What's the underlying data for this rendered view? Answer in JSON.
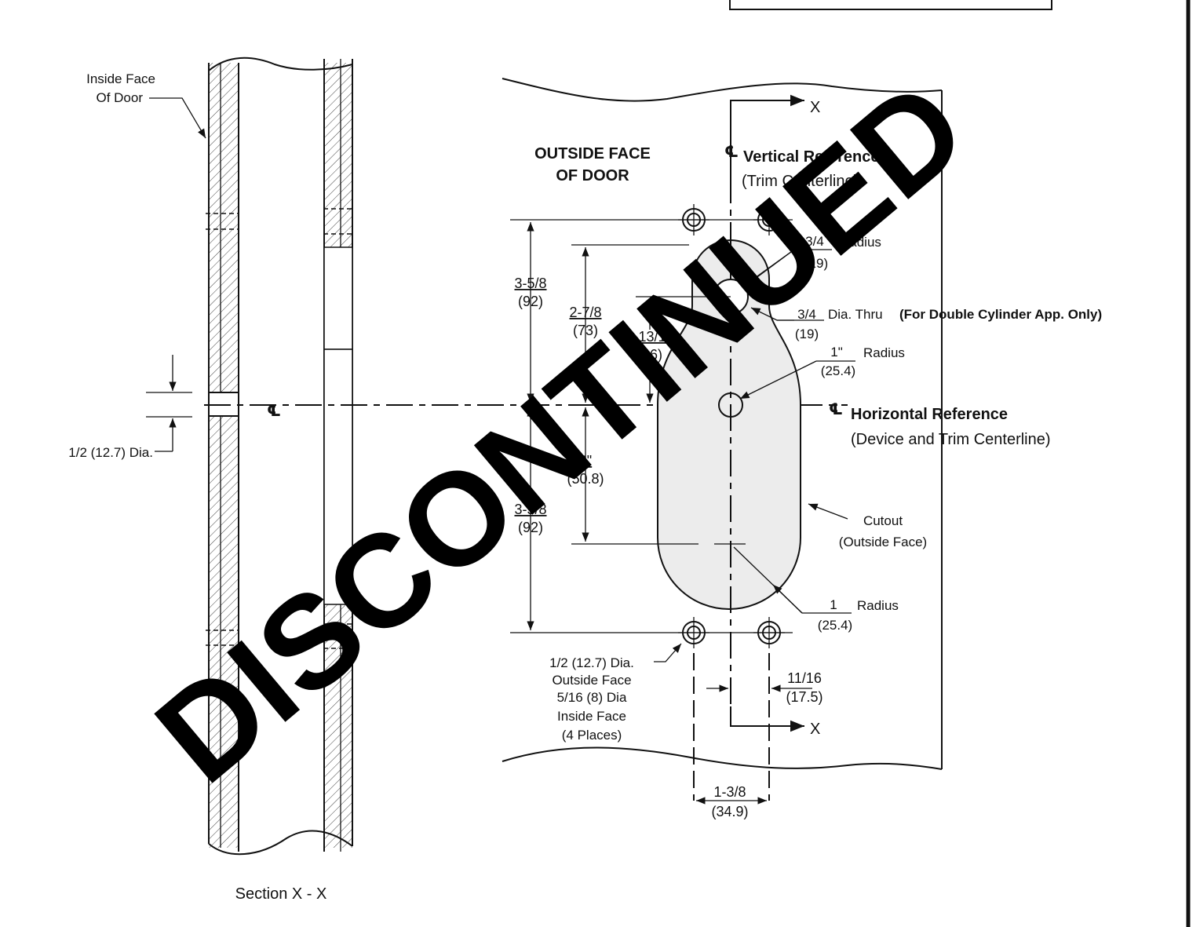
{
  "section_view": {
    "title": "Section X - X",
    "inside_face_label": [
      "Inside Face",
      "Of Door"
    ],
    "hole_dia_label": "1/2 (12.7) Dia.",
    "centerline_symbol": "℄"
  },
  "door_view": {
    "outside_face_label": [
      "OUTSIDE FACE",
      "OF DOOR"
    ],
    "vertical_ref": {
      "symbol": "℄",
      "title": "Vertical Reference",
      "subtitle": "(Trim Centerline)"
    },
    "horizontal_ref": {
      "symbol": "℄",
      "title": "Horizontal Reference",
      "subtitle": "(Device and Trim Centerline)"
    },
    "section_marker": "X",
    "dims": {
      "top_3_5_8": {
        "in": "3-5/8",
        "mm": "(92)"
      },
      "bottom_3_5_8": {
        "in": "3-5/8",
        "mm": "(92)"
      },
      "d_2_7_8": {
        "in": "2-7/8",
        "mm": "(73)"
      },
      "d_1_13_16": {
        "in": "1-13/16",
        "mm": "(46)"
      },
      "d_2": {
        "in": "2\"",
        "mm": "(50.8)"
      },
      "d_11_16": {
        "in": "11/16",
        "mm": "(17.5)"
      },
      "d_1_3_8": {
        "in": "1-3/8",
        "mm": "(34.9)"
      }
    },
    "callouts": {
      "radius_top": {
        "in": "3/4",
        "mm": "(19)",
        "word": "Radius"
      },
      "cyl_hole": {
        "in": "3/4",
        "mm": "(19)",
        "text": "Dia. Thru",
        "note": "(For Double Cylinder App. Only)"
      },
      "radius_mid": {
        "in": "1\"",
        "mm": "(25.4)",
        "word": "Radius"
      },
      "radius_bottom": {
        "in": "1",
        "mm": "(25.4)",
        "word": "Radius"
      },
      "cutout": [
        "Cutout",
        "(Outside Face)"
      ],
      "mount_holes": [
        "1/2 (12.7) Dia.",
        "Outside Face",
        "5/16 (8) Dia",
        "Inside Face",
        "(4 Places)"
      ]
    }
  },
  "watermark": "DISCONTINUED",
  "colors": {
    "ink": "#111111",
    "cutout_fill": "#ececec",
    "watermark": "#000000"
  }
}
